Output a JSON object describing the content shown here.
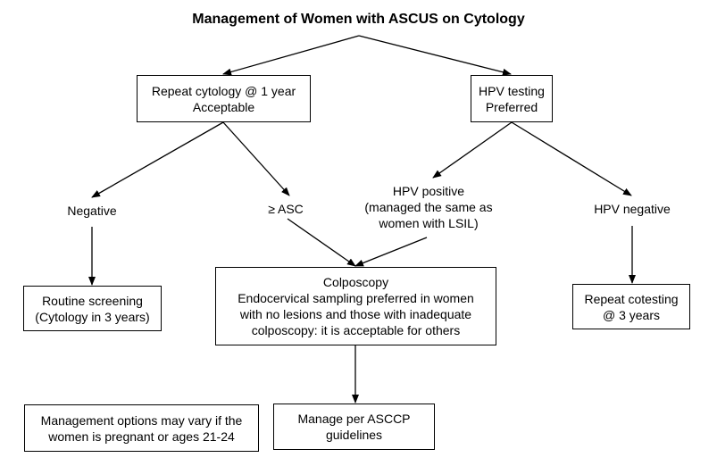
{
  "title": "Management of Women with ASCUS on Cytology",
  "nodes": {
    "repeat_cytology": {
      "line1": "Repeat cytology @ 1 year",
      "line2": "Acceptable"
    },
    "hpv_testing": {
      "line1": "HPV testing",
      "line2": "Preferred"
    },
    "negative": "Negative",
    "asc": "≥ ASC",
    "hpv_positive": {
      "line1": "HPV positive",
      "line2": "(managed the same as",
      "line3": "women with LSIL)"
    },
    "hpv_negative": "HPV negative",
    "routine_screening": {
      "line1": "Routine screening",
      "line2": "(Cytology in 3 years)"
    },
    "colposcopy": {
      "line1": "Colposcopy",
      "line2": "Endocervical sampling preferred in women",
      "line3": "with no lesions and those with inadequate",
      "line4": "colposcopy: it is acceptable for others"
    },
    "repeat_cotesting": {
      "line1": "Repeat cotesting",
      "line2": "@ 3 years"
    },
    "management_options": {
      "line1": "Management options may vary if the",
      "line2": "women is pregnant or ages 21-24"
    },
    "manage_asccp": {
      "line1": "Manage per ASCCP",
      "line2": "guidelines"
    }
  },
  "colors": {
    "stroke": "#000000",
    "background": "#ffffff"
  }
}
